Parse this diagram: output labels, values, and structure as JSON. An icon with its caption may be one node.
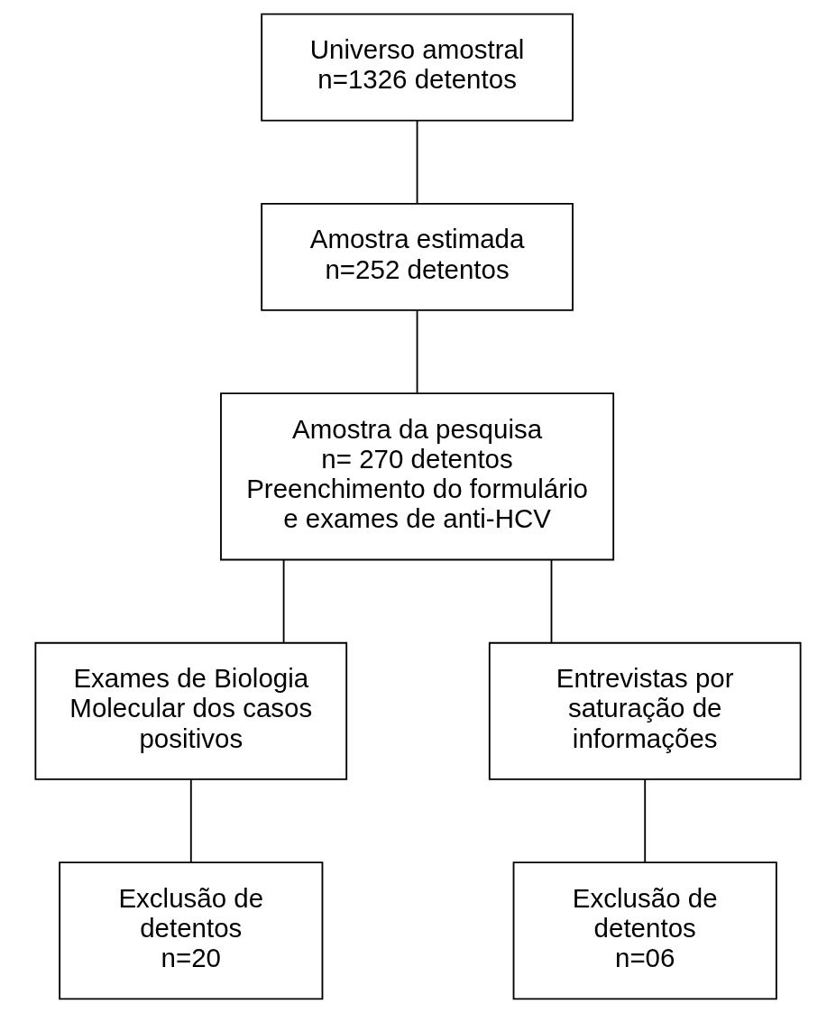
{
  "diagram": {
    "nodes": [
      {
        "text": [
          "Universo amostral",
          "n=1326 detentos"
        ]
      },
      {
        "text": [
          "Amostra estimada",
          "n=252 detentos"
        ]
      },
      {
        "text": [
          "Amostra da pesquisa",
          "n= 270 detentos",
          "Preenchimento do formulário e exames de anti-HCV"
        ]
      },
      {
        "text": [
          "Exames de Biologia Molecular dos casos positivos"
        ]
      },
      {
        "text": [
          "Entrevistas por saturação de informações"
        ]
      },
      {
        "text": [
          "Exclusão de detentos",
          "n=20"
        ]
      },
      {
        "text": [
          "Exclusão de detentos",
          "n=06"
        ]
      }
    ],
    "edges": [
      {
        "from": 0,
        "to": 1,
        "arrow": "none"
      },
      {
        "from": 1,
        "to": 2,
        "arrow": "none"
      },
      {
        "from": 2,
        "to": 3,
        "arrow": "none"
      },
      {
        "from": 2,
        "to": 4,
        "arrow": "none"
      },
      {
        "from": 3,
        "to": 5,
        "arrow": "none"
      },
      {
        "from": 4,
        "to": 6,
        "arrow": "none"
      }
    ]
  }
}
